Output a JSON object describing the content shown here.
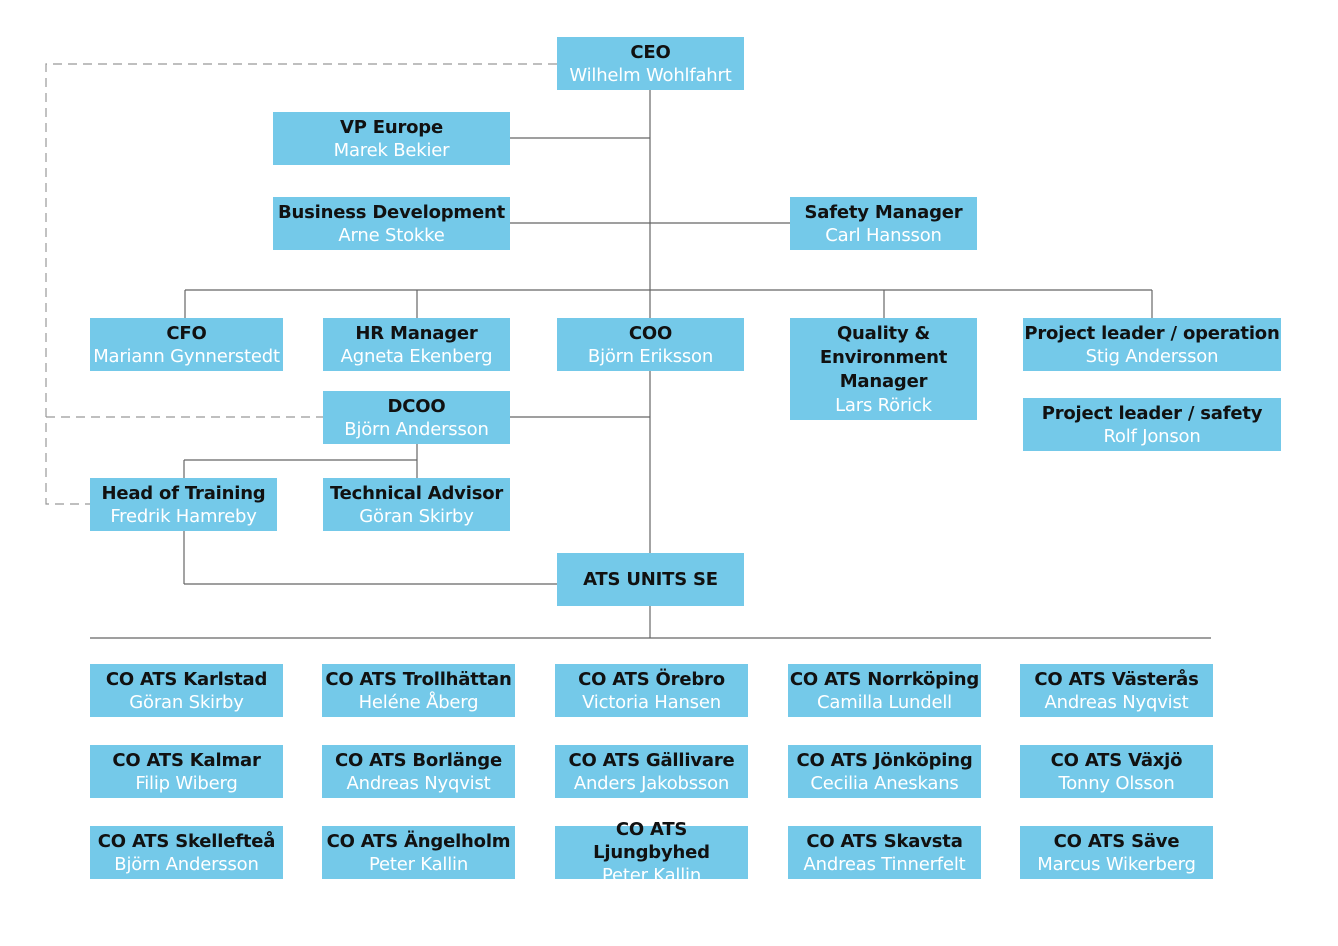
{
  "colors": {
    "box": "#74c9e9",
    "line": "#666666",
    "title": "#111111",
    "name": "#ffffff"
  },
  "ceo": {
    "title": "CEO",
    "name": "Wilhelm Wohlfahrt"
  },
  "vp_europe": {
    "title": "VP Europe",
    "name": "Marek Bekier"
  },
  "business_development": {
    "title": "Business Development",
    "name": "Arne Stokke"
  },
  "safety_manager": {
    "title": "Safety Manager",
    "name": "Carl Hansson"
  },
  "cfo": {
    "title": "CFO",
    "name": "Mariann Gynnerstedt"
  },
  "hr_manager": {
    "title": "HR Manager",
    "name": "Agneta Ekenberg"
  },
  "coo": {
    "title": "COO",
    "name": "Björn Eriksson"
  },
  "quality_manager": {
    "title": "Quality &\nEnvironment\nManager",
    "name": "Lars Rörick"
  },
  "project_leader_operation": {
    "title": "Project leader / operation",
    "name": "Stig Andersson"
  },
  "project_leader_safety": {
    "title": "Project leader / safety",
    "name": "Rolf Jonson"
  },
  "dcoo": {
    "title": "DCOO",
    "name": "Björn Andersson"
  },
  "head_of_training": {
    "title": "Head of Training",
    "name": "Fredrik Hamreby"
  },
  "technical_advisor": {
    "title": "Technical Advisor",
    "name": "Göran Skirby"
  },
  "ats_units": {
    "title": "ATS UNITS SE"
  },
  "units": [
    {
      "title": "CO ATS Karlstad",
      "name": "Göran Skirby"
    },
    {
      "title": "CO ATS Trollhättan",
      "name": "Heléne Åberg"
    },
    {
      "title": "CO ATS Örebro",
      "name": "Victoria Hansen"
    },
    {
      "title": "CO ATS Norrköping",
      "name": "Camilla Lundell"
    },
    {
      "title": "CO ATS Västerås",
      "name": "Andreas Nyqvist"
    },
    {
      "title": "CO ATS Kalmar",
      "name": "Filip Wiberg"
    },
    {
      "title": "CO ATS Borlänge",
      "name": "Andreas Nyqvist"
    },
    {
      "title": "CO ATS Gällivare",
      "name": "Anders Jakobsson"
    },
    {
      "title": "CO ATS Jönköping",
      "name": "Cecilia Aneskans"
    },
    {
      "title": "CO ATS Växjö",
      "name": "Tonny Olsson"
    },
    {
      "title": "CO ATS Skellefteå",
      "name": "Björn Andersson"
    },
    {
      "title": "CO ATS Ängelholm",
      "name": "Peter Kallin"
    },
    {
      "title": "CO ATS Ljungbyhed",
      "name": "Peter Kallin"
    },
    {
      "title": "CO ATS Skavsta",
      "name": "Andreas Tinnerfelt"
    },
    {
      "title": "CO ATS Säve",
      "name": "Marcus Wikerberg"
    }
  ]
}
